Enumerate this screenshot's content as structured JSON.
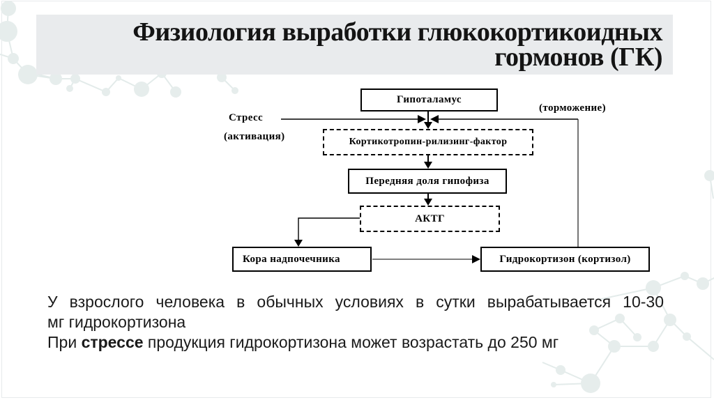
{
  "slide": {
    "title_line1": "Физиология выработки глюкокортикоидных",
    "title_line2": "гормонов (ГК)"
  },
  "diagram": {
    "nodes": {
      "hypothalamus": {
        "label": "Гипоталамус",
        "style": "solid"
      },
      "crf": {
        "label": "Кортикотропин-рилизинг-фактор",
        "style": "dashed"
      },
      "pituitary": {
        "label": "Передняя доля гипофиза",
        "style": "solid"
      },
      "acth": {
        "label": "АКТГ",
        "style": "dashed"
      },
      "adrenal_cortex": {
        "label": "Кора надпочечника",
        "style": "solid"
      },
      "cortisol": {
        "label": "Гидрокортизон (кортизол)",
        "style": "solid"
      }
    },
    "labels": {
      "stress": "Стресс",
      "activation": "(активация)",
      "inhibition": "(торможение)"
    },
    "edges": [
      "Гипоталамус → Кортикотропин-рилизинг-фактор",
      "Стресс (активация) → junction above Кортикотропин-рилизинг-фактор",
      "Гидрокортизон (кортизол) → (торможение) feedback → junction",
      "Кортикотропин-рилизинг-фактор → Передняя доля гипофиза",
      "Передняя доля гипофиза → АКТГ",
      "АКТГ → Кора надпочечника",
      "Кора надпочечника → Гидрокортизон (кортизол)"
    ]
  },
  "body": {
    "paragraph1_line1": "У взрослого человека в обычных условиях в сутки вырабатывается 10-30",
    "paragraph1_line2": "мг гидрокортизона",
    "paragraph2_pre": "При ",
    "paragraph2_bold": "стрессе",
    "paragraph2_post": " продукция гидрокортизона может возрастать до 250 мг"
  },
  "colors": {
    "header_band": "#e9ebed",
    "molecule_decoration": "#e6edec",
    "diagram_ink": "#000000",
    "body_text": "#1a1a1a"
  }
}
